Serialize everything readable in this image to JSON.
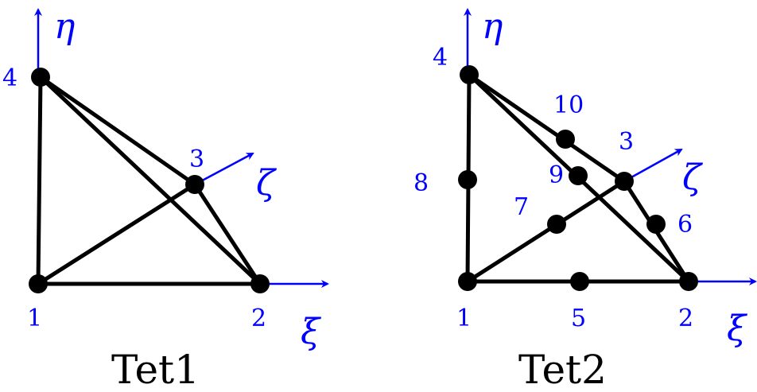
{
  "tet1": {
    "title": "Tet1",
    "axes": {
      "eta": "η",
      "xi": "ξ",
      "zeta": "ζ"
    },
    "nodes": [
      "1",
      "2",
      "3",
      "4"
    ]
  },
  "tet2": {
    "title": "Tet2",
    "axes": {
      "eta": "η",
      "xi": "ξ",
      "zeta": "ζ"
    },
    "nodes": [
      "1",
      "2",
      "3",
      "4",
      "5",
      "6",
      "7",
      "8",
      "9",
      "10"
    ]
  },
  "colors": {
    "axis": "#0000ff",
    "edge": "#000000"
  }
}
